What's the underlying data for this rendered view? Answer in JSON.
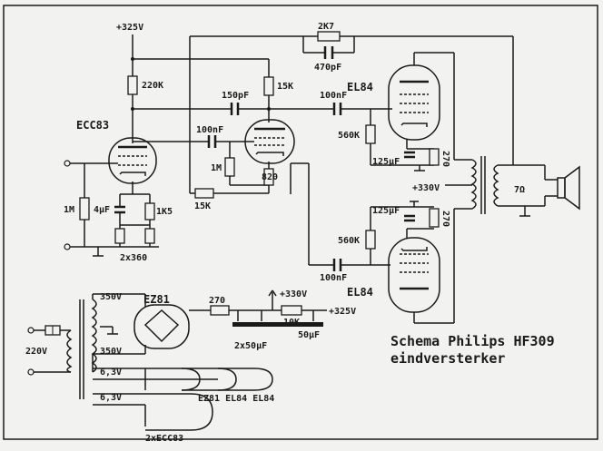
{
  "title_line1": "Schema Philips HF309",
  "title_line2": "eindversterker",
  "components": {
    "supply_top": "+325V",
    "r_2k7": "2K7",
    "c_470p": "470pF",
    "r_220k": "220K",
    "r_15k_top": "15K",
    "c_150p": "150pF",
    "c_100n_mid": "100nF",
    "c_100n_top": "100nF",
    "tube_ecc83": "ECC83",
    "tube_el84_top": "EL84",
    "tube_el84_bot": "EL84",
    "r_1m_left": "1M",
    "c_4u": "4µF",
    "r_1k5": "1K5",
    "r_2x360": "2x360",
    "r_1m_mid": "1M",
    "r_15k_bot": "15K",
    "r_820": "820",
    "r_560k_top": "560K",
    "r_560k_bot": "560K",
    "c_125u_top": "125µF",
    "c_125u_bot": "125µF",
    "r_270_top": "270",
    "r_270_bot": "270",
    "supply_330_right": "+330V",
    "speaker_imp": "7Ω",
    "c_100n_bot": "100nF",
    "tr_350_top": "350V",
    "tr_350_bot": "350V",
    "rectifier": "EZ81",
    "r_270_supply": "270",
    "supply_330": "+330V",
    "supply_325": "+325V",
    "r_10k": "10K",
    "c_2x50u": "2x50µF",
    "c_50u": "50µF",
    "mains": "220V",
    "heater_1": "6,3V",
    "heater_2": "6,3V",
    "heaters_1_list": "EZ81 EL84 EL84",
    "heaters_2_list": "2xECC83"
  }
}
